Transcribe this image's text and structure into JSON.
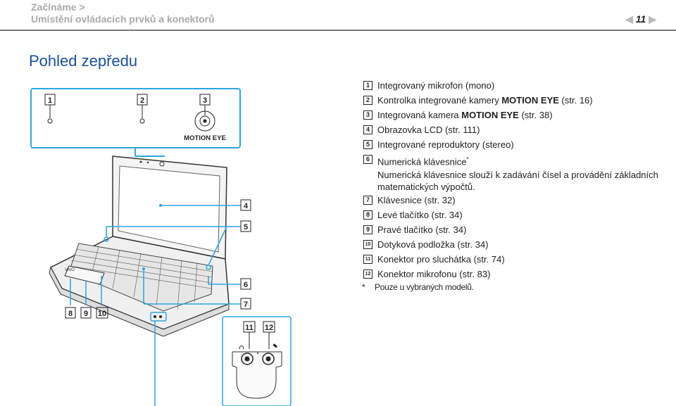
{
  "header": {
    "crumb_line1": "Začínáme >",
    "crumb_line2": "Umístění ovládacích prvků a konektorů",
    "page_number": "11"
  },
  "title": "Pohled zepředu",
  "camera_label": "MOTION EYE",
  "legend": [
    {
      "n": "1",
      "pre": "Integrovaný mikrofon (mono)",
      "bold": "",
      "post": ""
    },
    {
      "n": "2",
      "pre": "Kontrolka integrované kamery ",
      "bold": "MOTION EYE",
      "post": " (str. 16)"
    },
    {
      "n": "3",
      "pre": "Integrovaná kamera ",
      "bold": "MOTION EYE",
      "post": " (str. 38)"
    },
    {
      "n": "4",
      "pre": "Obrazovka LCD (str. 111)",
      "bold": "",
      "post": ""
    },
    {
      "n": "5",
      "pre": "Integrované reproduktory (stereo)",
      "bold": "",
      "post": ""
    },
    {
      "n": "6",
      "pre": "Numerická klávesnice",
      "bold": "",
      "post": "",
      "sup": "*",
      "desc": "Numerická klávesnice slouží k zadávání čísel a provádění základních matematických výpočtů."
    },
    {
      "n": "7",
      "pre": "Klávesnice (str. 32)",
      "bold": "",
      "post": ""
    },
    {
      "n": "8",
      "pre": "Levé tlačítko (str. 34)",
      "bold": "",
      "post": ""
    },
    {
      "n": "9",
      "pre": "Pravé tlačítko (str. 34)",
      "bold": "",
      "post": ""
    },
    {
      "n": "10",
      "pre": "Dotyková podložka (str. 34)",
      "bold": "",
      "post": ""
    },
    {
      "n": "11",
      "pre": "Konektor pro sluchátka (str. 74)",
      "bold": "",
      "post": ""
    },
    {
      "n": "12",
      "pre": "Konektor mikrofonu (str. 83)",
      "bold": "",
      "post": ""
    }
  ],
  "footnote": {
    "mark": "*",
    "text": "Pouze u vybraných modelů."
  },
  "colors": {
    "title": "#1a4fa3",
    "callout": "#2aa6e0",
    "header_text": "#aaaaaa"
  }
}
